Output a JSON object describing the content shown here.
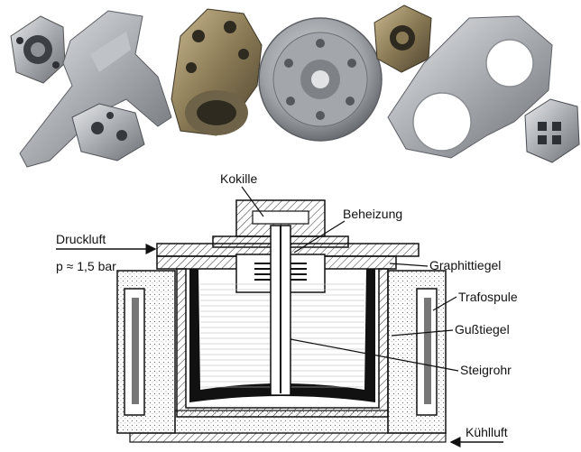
{
  "figure": {
    "photo": {
      "parts": [
        "die-cast-housing-small",
        "die-cast-bracket-long",
        "die-cast-valve-block",
        "die-cast-manifold",
        "die-cast-wheel-disc",
        "die-cast-flange-housing",
        "die-cast-plate-large",
        "die-cast-connector-block"
      ]
    },
    "diagram": {
      "labels": {
        "kokille": "Kokille",
        "beheizung": "Beheizung",
        "druckluft": "Druckluft",
        "pressure": "p ≈ 1,5 bar",
        "graphittiegel": "Graphittiegel",
        "trafospule": "Trafospule",
        "gusstiegel": "Gußtiegel",
        "steigrohr": "Steigrohr",
        "kuehlluft": "Kühlluft"
      }
    }
  }
}
